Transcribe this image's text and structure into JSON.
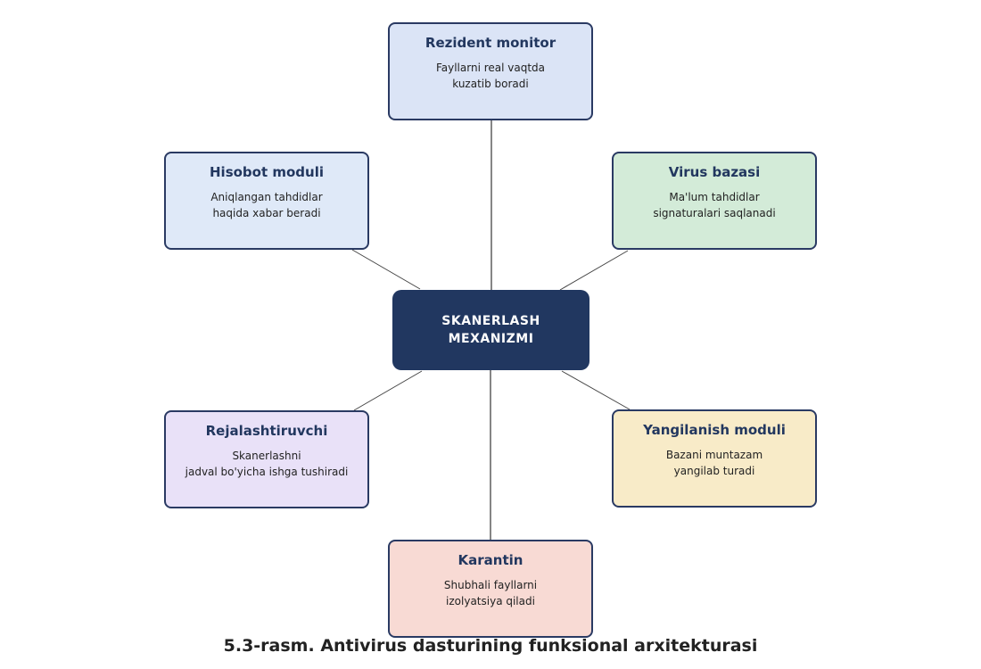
{
  "center": {
    "line1": "SKANERLASH",
    "line2": "MEXANIZMI"
  },
  "modules": {
    "rezident": {
      "title": "Rezident monitor",
      "desc_line1": "Fayllarni real vaqtda",
      "desc_line2": "kuzatib boradi"
    },
    "hisobot": {
      "title": "Hisobot moduli",
      "desc_line1": "Aniqlangan tahdidlar",
      "desc_line2": "haqida xabar beradi"
    },
    "virus": {
      "title": "Virus bazasi",
      "desc_line1": "Ma'lum tahdidlar",
      "desc_line2": "signaturalari saqlanadi"
    },
    "reja": {
      "title": "Rejalashtiruvchi",
      "desc_line1": "Skanerlashni",
      "desc_line2": "jadval bo'yicha ishga tushiradi"
    },
    "yangi": {
      "title": "Yangilanish moduli",
      "desc_line1": "Bazani muntazam",
      "desc_line2": "yangilab turadi"
    },
    "karantin": {
      "title": "Karantin",
      "desc_line1": "Shubhali fayllarni",
      "desc_line2": "izolyatsiya qiladi"
    }
  },
  "caption": "5.3-rasm. Antivirus dasturining funksional arxitekturasi"
}
